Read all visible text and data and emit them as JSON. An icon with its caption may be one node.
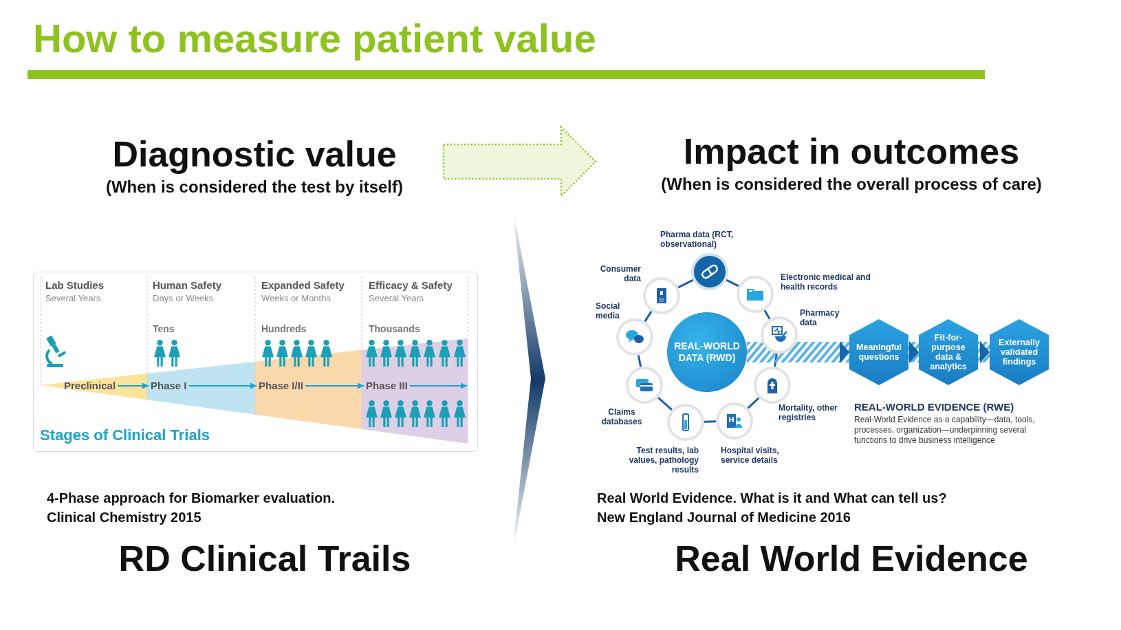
{
  "diagram": {
    "title": "How to measure patient value",
    "nodes": [
      {
        "text": [
          "Diagnostic value",
          "(When is considered the test by itself)"
        ]
      },
      {
        "text": [
          "Impact in outcomes",
          "(When is considered the overall process of care)"
        ]
      },
      {
        "text": [
          "Stages of Clinical Trials"
        ]
      },
      {
        "text": [
          "Preclinical"
        ],
        "in": 2
      },
      {
        "text": [
          "Phase I"
        ],
        "in": 2
      },
      {
        "text": [
          "Phase I/II"
        ],
        "in": 2
      },
      {
        "text": [
          "Phase III"
        ],
        "in": 2
      },
      {
        "text": [
          "REAL-WORLD DATA (RWD)"
        ]
      },
      {
        "text": [],
        "shape": "circle",
        "beside": [
          "Pharma data (RCT, observational)"
        ]
      },
      {
        "text": [],
        "shape": "circle",
        "beside": [
          "Electronic medical and health records"
        ]
      },
      {
        "text": [],
        "shape": "circle",
        "beside": [
          "Pharmacy data"
        ]
      },
      {
        "text": [],
        "shape": "circle",
        "beside": [
          "Mortality, other registries"
        ]
      },
      {
        "text": [],
        "shape": "circle",
        "beside": [
          "Hospital visits, service details"
        ]
      },
      {
        "text": [],
        "shape": "circle",
        "beside": [
          "Test results, lab values, pathology results"
        ]
      },
      {
        "text": [],
        "shape": "circle",
        "beside": [
          "Claims databases"
        ]
      },
      {
        "text": [],
        "shape": "circle",
        "beside": [
          "Social media"
        ]
      },
      {
        "text": [],
        "shape": "circle",
        "beside": [
          "Consumer data"
        ]
      },
      {
        "text": [
          "Meaningful questions"
        ]
      },
      {
        "text": [
          "Fit-for-purpose data & analytics"
        ]
      },
      {
        "text": [
          "Externally validated findings"
        ]
      },
      {
        "text": [],
        "shape": "chevron"
      }
    ],
    "edges": [
      {
        "from": 0,
        "to": 1,
        "arrow": "to",
        "style": "dashed"
      },
      {
        "from": 3,
        "to": 4,
        "arrow": "to"
      },
      {
        "from": 4,
        "to": 5,
        "arrow": "to"
      },
      {
        "from": 5,
        "to": 6,
        "arrow": "to"
      },
      {
        "from": 6,
        "to": null,
        "arrow": "to"
      },
      {
        "from": 8,
        "to": 9,
        "arrow": "none"
      },
      {
        "from": 9,
        "to": 10,
        "arrow": "none"
      },
      {
        "from": 10,
        "to": 11,
        "arrow": "none"
      },
      {
        "from": 11,
        "to": 12,
        "arrow": "none"
      },
      {
        "from": 12,
        "to": 13,
        "arrow": "none"
      },
      {
        "from": 13,
        "to": 14,
        "arrow": "none"
      },
      {
        "from": 14,
        "to": 15,
        "arrow": "none"
      },
      {
        "from": 15,
        "to": 16,
        "arrow": "none"
      },
      {
        "from": 16,
        "to": 8,
        "arrow": "none"
      },
      {
        "from": 7,
        "to": 17,
        "arrow": "to"
      },
      {
        "from": 17,
        "to": 18,
        "arrow": "to"
      },
      {
        "from": 18,
        "to": 19,
        "arrow": "to"
      }
    ],
    "labels": [
      "Lab Studies",
      "Several Years",
      "Human Safety",
      "Days or Weeks",
      "Expanded Safety",
      "Weeks or Months",
      "Efficacy & Safety",
      "Several Years",
      "Tens",
      "Hundreds",
      "Thousands",
      "REAL-WORLD EVIDENCE (RWE)",
      "Real-World Evidence as a capability—data, tools, processes, organization—underpinning several functions to drive business intelligence",
      "4-Phase approach for Biomarker evaluation.",
      "Clinical Chemistry 2015",
      "Real World Evidence. What is it and What can tell us?",
      "New England Journal of Medicine 2016",
      "RD Clinical Trails",
      "Real World Evidence"
    ]
  }
}
